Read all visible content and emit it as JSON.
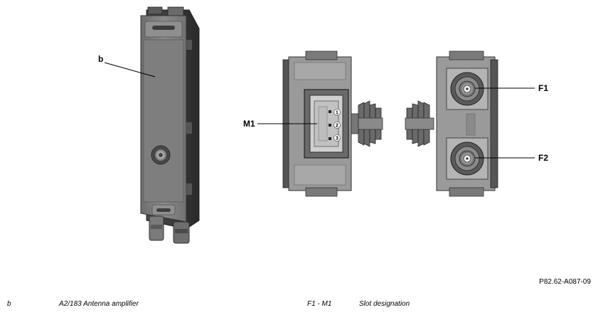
{
  "callouts": {
    "b": "b",
    "m1": "M1",
    "f1": "F1",
    "f2": "F2"
  },
  "pins": [
    "1",
    "2",
    "3"
  ],
  "figure_id": "P82.62-A087-09",
  "legend": [
    {
      "key": "b",
      "text": "A2/183 Antenna amplifier"
    },
    {
      "key": "F1 - M1",
      "text": "Slot designation"
    }
  ]
}
